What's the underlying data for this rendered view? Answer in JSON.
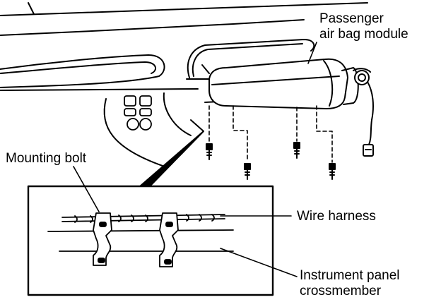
{
  "labels": {
    "passenger_airbag": {
      "line1": "Passenger",
      "line2": "air bag module"
    },
    "mounting_bolt": "Mounting bolt",
    "wire_harness": "Wire harness",
    "crossmember": {
      "line1": "Instrument panel",
      "line2": "crossmember"
    }
  },
  "colors": {
    "ink": "#000000",
    "paper": "#ffffff",
    "detail": "#333333"
  }
}
